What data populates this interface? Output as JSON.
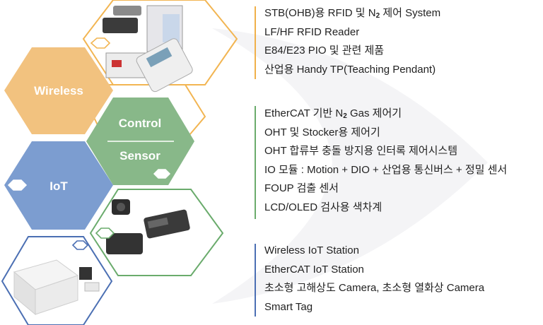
{
  "hexagons": {
    "wireless": {
      "label": "Wireless",
      "color": "#f2c27f"
    },
    "control": {
      "label": "Control",
      "color": "#88b889"
    },
    "sensor": {
      "label": "Sensor",
      "color": "#88b889"
    },
    "iot": {
      "label": "IoT",
      "color": "#7c9dd0"
    }
  },
  "groups": [
    {
      "color": "#f0b04a",
      "items": [
        {
          "text": "STB(OHB)용 RFID 및 N",
          "sub": "2",
          "tail": " 제어 System"
        },
        {
          "text": "LF/HF RFID Reader"
        },
        {
          "text": "E84/E23 PIO 및 관련 제품"
        },
        {
          "text": "산업용 Handy TP(Teaching Pendant)"
        }
      ]
    },
    {
      "color": "#6aab6c",
      "items": [
        {
          "text": "EtherCAT 기반 N",
          "sub": "2",
          "tail": " Gas 제어기"
        },
        {
          "text": "OHT 및 Stocker용 제어기"
        },
        {
          "text": "OHT 합류부 충돌 방지용 인터록 제어시스템"
        },
        {
          "text": "IO 모듈 : Motion + DIO + 산업용 통신버스 + 정밀 센서"
        },
        {
          "text": "FOUP 검출 센서"
        },
        {
          "text": "LCD/OLED 검사용 색차계"
        }
      ]
    },
    {
      "color": "#4b6fb3",
      "items": [
        {
          "text": "Wireless IoT Station"
        },
        {
          "text": "EtherCAT IoT Station"
        },
        {
          "text": "초소형 고해상도 Camera, 초소형 열화상 Camera"
        },
        {
          "text": "Smart Tag"
        }
      ]
    }
  ]
}
